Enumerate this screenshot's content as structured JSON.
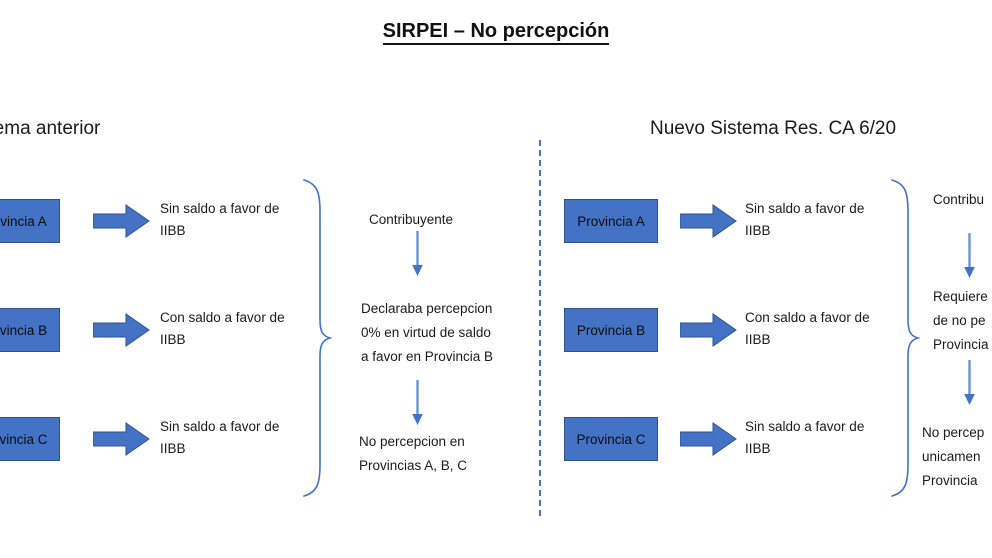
{
  "title": "SIRPEI – No percepción",
  "colors": {
    "box_fill": "#4472C4",
    "box_border": "#2F528F",
    "arrow_fill": "#4472C4",
    "arrow_border": "#2F528F",
    "thin_arrow": "#4472C4",
    "brace": "#4472C4",
    "divider": "#4472C4",
    "text": "#1a1a1a"
  },
  "left_panel": {
    "header": "Sistema anterior",
    "rows": [
      {
        "province": "Provincia A",
        "outcome_line1": "Sin saldo a favor de",
        "outcome_line2": "IIBB"
      },
      {
        "province": "Provincia B",
        "outcome_line1": "Con saldo a favor de",
        "outcome_line2": "IIBB"
      },
      {
        "province": "Provincia C",
        "outcome_line1": "Sin saldo a favor de",
        "outcome_line2": "IIBB"
      }
    ],
    "flow": {
      "step1": "Contribuyente",
      "step2_line1": "Declaraba percepcion",
      "step2_line2": "0% en virtud de saldo",
      "step2_line3": "a favor en Provincia B",
      "step3_line1": "No percepcion en",
      "step3_line2": "Provincias A, B, C"
    }
  },
  "right_panel": {
    "header": "Nuevo Sistema Res. CA 6/20",
    "rows": [
      {
        "province": "Provincia A",
        "outcome_line1": "Sin saldo a favor de",
        "outcome_line2": "IIBB"
      },
      {
        "province": "Provincia B",
        "outcome_line1": "Con saldo a favor de",
        "outcome_line2": "IIBB"
      },
      {
        "province": "Provincia C",
        "outcome_line1": "Sin saldo a favor de",
        "outcome_line2": "IIBB"
      }
    ],
    "flow": {
      "step1": "Contribu",
      "step2_line1": "Requiere",
      "step2_line2": "de no pe",
      "step2_line3": "Provincia",
      "step3_line1": "No percep",
      "step3_line2": "unicamen",
      "step3_line3": "Provincia"
    }
  }
}
